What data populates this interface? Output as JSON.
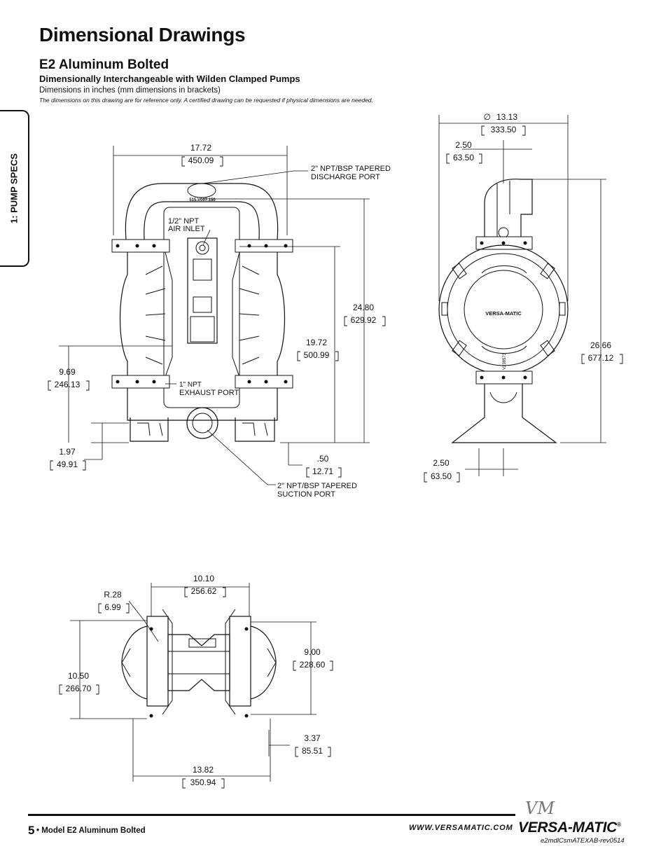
{
  "title": "Dimensional Drawings",
  "subtitle": "E2 Aluminum Bolted",
  "subsubtitle": "Dimensionally Interchangeable with Wilden Clamped Pumps",
  "note_units": "Dimensions in inches (mm dimensions in brackets)",
  "note_reference": "The dimensions on this drawing are for reference only.  A certified drawing can be requested if physical dimensions are needed.",
  "side_tab": "1: PUMP SPECS",
  "front_view": {
    "width": {
      "in": "17.72",
      "mm": "450.09"
    },
    "height_overall": {
      "in": "24.80",
      "mm": "629.92"
    },
    "height_inlet": {
      "in": "19.72",
      "mm": "500.99"
    },
    "height_air": {
      "in": "9.69",
      "mm": "246.13"
    },
    "foot_height": {
      "in": "1.97",
      "mm": "49.91"
    },
    "base_offset": {
      "in": ".50",
      "mm": "12.71"
    },
    "discharge_label_1": "2\" NPT/BSP TAPERED",
    "discharge_label_2": "DISCHARGE PORT",
    "air_inlet_1": "1/2\" NPT",
    "air_inlet_2": "AIR INLET",
    "exhaust_1": "1\" NPT",
    "exhaust_2": "EXHAUST PORT",
    "suction_1": "2\" NPT/BSP TAPERED",
    "suction_2": "SUCTION PORT",
    "part_mark": "515.V007.150"
  },
  "side_view": {
    "diameter_symbol": "∅",
    "diameter": {
      "in": "13.13",
      "mm": "333.50"
    },
    "top_offset": {
      "in": "2.50",
      "mm": "63.50"
    },
    "height": {
      "in": "26.66",
      "mm": "677.12"
    },
    "bottom_offset": {
      "in": "2.50",
      "mm": "63.50"
    },
    "brand_mark": "VERSA-MATIC",
    "serial_mark": "V238573"
  },
  "top_view": {
    "center_width": {
      "in": "10.10",
      "mm": "256.62"
    },
    "radius": {
      "in": "R.28",
      "mm": "6.99"
    },
    "right_height": {
      "in": "9.00",
      "mm": "228.60"
    },
    "left_height": {
      "in": "10.50",
      "mm": "266.70"
    },
    "right_offset": {
      "in": "3.37",
      "mm": "85.51"
    },
    "overall_width": {
      "in": "13.82",
      "mm": "350.94"
    }
  },
  "footer": {
    "page_number": "5",
    "model": "• Model E2 Aluminum Bolted",
    "url": "WWW.VERSAMATIC.COM",
    "brand_mark": "VM",
    "brand_name": "VERSA-MATIC",
    "brand_reg": "®",
    "doc_code": "e2mdlCsmATEXAB-rev0514"
  }
}
